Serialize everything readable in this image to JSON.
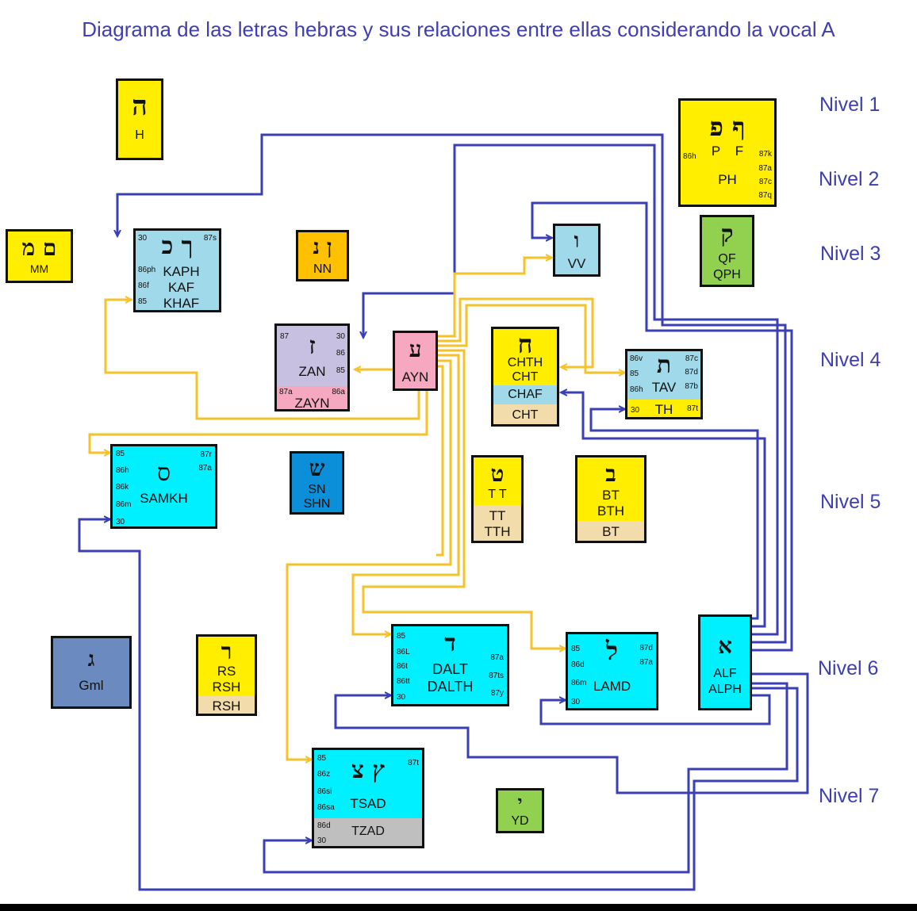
{
  "title": "Diagrama de las letras hebras y sus relaciones entre ellas considerando la vocal A",
  "colors": {
    "wire_blue": "#3a3fb5",
    "wire_yellow": "#f5c22a",
    "yellow": "#ffee00",
    "lightblue": "#9fd9ea",
    "cyan": "#00f0ff",
    "orange": "#ffc000",
    "lime": "#92d050",
    "lavender": "#c8c0e0",
    "pink": "#f5a8c0",
    "tan": "#f2dcab",
    "gray": "#bfbfbf",
    "steel": "#6a8ac0",
    "blue": "#0b8fd8"
  },
  "levels": [
    "Nivel 1",
    "Nivel 2",
    "Nivel 3",
    "Nivel 4",
    "Nivel 5",
    "Nivel 6",
    "Nivel 7"
  ],
  "boxes": {
    "h": {
      "glyph": "ה",
      "label": "H"
    },
    "pf": {
      "glyph": "ף פ",
      "label": "P    F",
      "label2": "PH",
      "left": [
        "86h"
      ],
      "right": [
        "87k",
        "87a",
        "87c",
        "87q"
      ]
    },
    "mm": {
      "glyph": "ם מ",
      "label": "MM"
    },
    "kaph": {
      "glyph": "ך כ",
      "label": "KAPH",
      "label2": "KAF",
      "label3": "KHAF",
      "n_tl": "30",
      "n_tr": "87s",
      "left": [
        "86ph",
        "86f",
        "85"
      ]
    },
    "nn": {
      "glyph": "ן נ",
      "label": "NN"
    },
    "vv": {
      "glyph": "ו",
      "label": "VV"
    },
    "qf": {
      "glyph": "ק",
      "label": "QF",
      "label2": "QPH"
    },
    "zan": {
      "glyph": "ז",
      "label": "ZAN",
      "label2": "ZAYN",
      "n_tl": "87",
      "right": [
        "30",
        "86",
        "85"
      ],
      "n_bl": "87a",
      "n_br": "86a"
    },
    "ayn": {
      "glyph": "ע",
      "label": "AYN"
    },
    "chth": {
      "glyph": "ח",
      "label": "CHTH",
      "label2": "CHT",
      "label3": "CHAF",
      "label4": "CHT"
    },
    "tav": {
      "glyph": "ת",
      "label": "TAV",
      "label2": "TH",
      "left": [
        "86v",
        "85",
        "86h"
      ],
      "right": [
        "87c",
        "87d",
        "87b"
      ],
      "n_bl": "30",
      "n_br": "87t"
    },
    "samkh": {
      "glyph": "ס",
      "label": "SAMKH",
      "left": [
        "85",
        "86h",
        "86k",
        "86m",
        "30"
      ],
      "right": [
        "87r",
        "87a"
      ]
    },
    "sn": {
      "glyph": "ש",
      "label": "SN",
      "label2": "SHN"
    },
    "tt": {
      "glyph": "ט",
      "label": "T T",
      "label2": "TT",
      "label3": "TTH"
    },
    "bt": {
      "glyph": "ב",
      "label": "BT",
      "label2": "BTH",
      "label3": "BT"
    },
    "gml": {
      "glyph": "ג",
      "label": "Gml"
    },
    "rs": {
      "glyph": "ר",
      "label": "RS",
      "label2": "RSH",
      "label3": "RSH"
    },
    "dalt": {
      "glyph": "ד",
      "label": "DALT",
      "label2": "DALTH",
      "left": [
        "85",
        "86L",
        "86t",
        "86tt",
        "30"
      ],
      "right": [
        "87a",
        "87ts",
        "87y"
      ]
    },
    "lamd": {
      "glyph": "ל",
      "label": "LAMD",
      "left": [
        "85",
        "86d",
        "86m",
        "30"
      ],
      "right": [
        "87d",
        "87a"
      ]
    },
    "alf": {
      "glyph": "א",
      "label": "ALF",
      "label2": "ALPH"
    },
    "tsad": {
      "glyph": "ץ צ",
      "label": "TSAD",
      "label2": "TZAD",
      "n_tr": "87t",
      "left": [
        "85",
        "86z",
        "86si",
        "86sa"
      ],
      "n_bl1": "86d",
      "n_bl2": "30"
    },
    "yd": {
      "glyph": "י",
      "label": "YD"
    }
  }
}
